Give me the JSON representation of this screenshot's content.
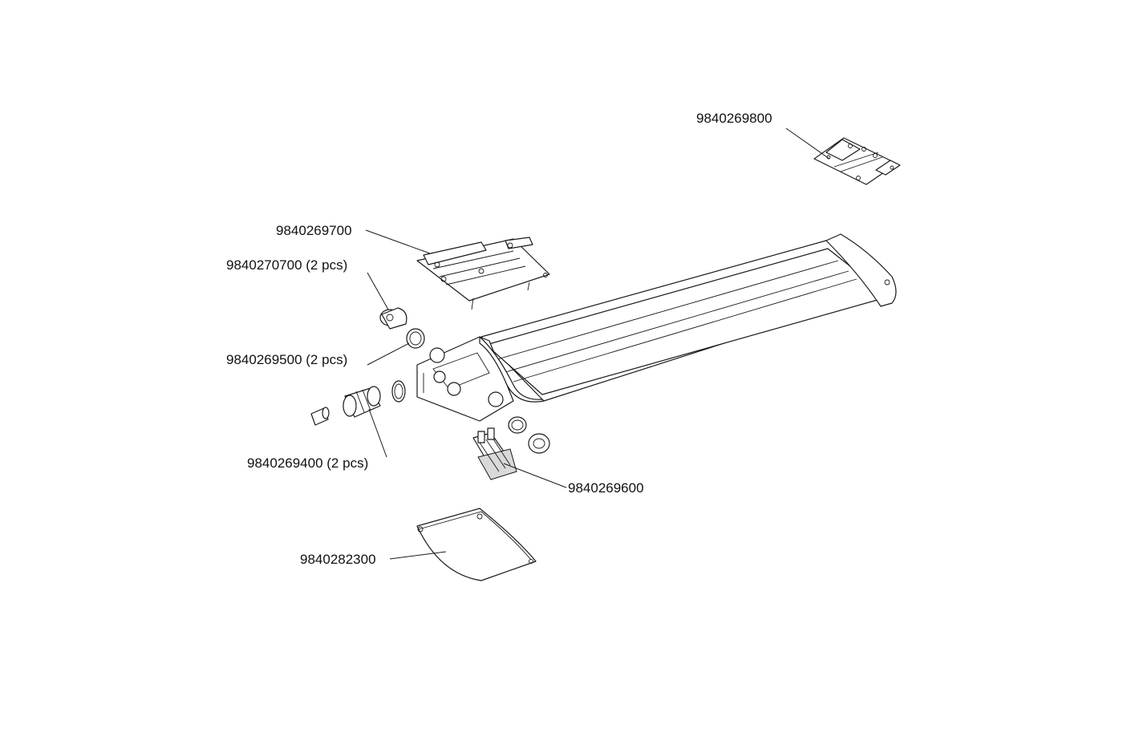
{
  "labels": {
    "bracket_right": "9840269800",
    "bracket_left": "9840269700",
    "plug": "9840270700 (2 pcs)",
    "gasket": "9840269500 (2 pcs)",
    "cable_gland": "9840269400 (2 pcs)",
    "terminal_block": "9840269600",
    "end_cover": "9840282300"
  },
  "colors": {
    "line": "#1a1a1a",
    "background": "#ffffff"
  }
}
